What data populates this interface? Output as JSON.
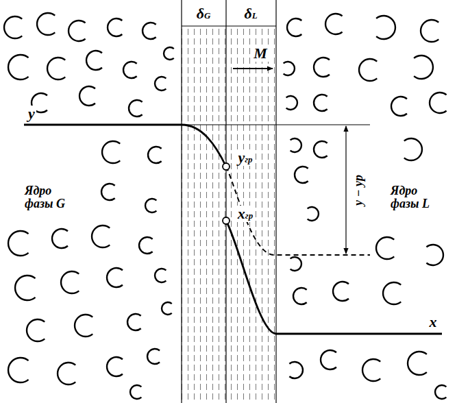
{
  "diagram": {
    "labels": [
      "δG",
      "δL",
      "M",
      "y",
      "yгр",
      "xгр",
      "x",
      "y − yр",
      "Ядро фазы G",
      "Ядро фазы L"
    ]
  }
}
